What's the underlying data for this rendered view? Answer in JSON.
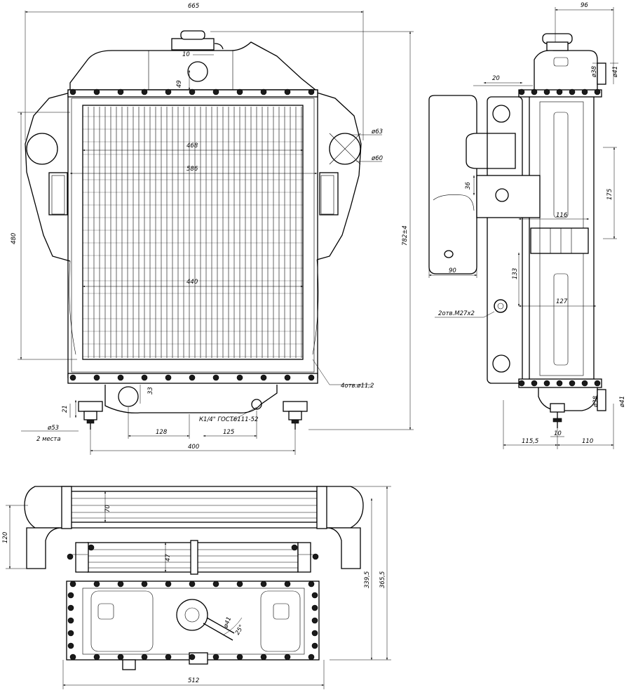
{
  "front_view": {
    "dims": {
      "overall_width": "665",
      "neck_offset": "10",
      "neck_height": "49",
      "pipe_dia_63": "ø63",
      "pipe_dia_60": "ø60",
      "core_width_468": "468",
      "core_width_586": "586",
      "core_label_440": "440",
      "core_height_480": "480",
      "overall_height": "782±4",
      "drain_33": "33",
      "bracket_21": "21",
      "bracket_dia": "ø53",
      "bracket_qty": "2 места",
      "holes_note": "4отв.ø11,2",
      "plug_note": "К1/4\" ГОСТ6111-52",
      "spacing_128": "128",
      "spacing_125": "125",
      "spacing_400": "400"
    }
  },
  "side_view": {
    "dims": {
      "width_96": "96",
      "pipe_dia_38_top": "ø38",
      "pipe_dia_41_top": "ø41",
      "offset_20": "20",
      "dim_36": "36",
      "dim_175": "175",
      "dim_116": "116",
      "dim_90": "90",
      "dim_133": "133",
      "dim_127": "127",
      "thread_note": "2отв.М27х2",
      "pipe_dia_38_bottom": "ø38",
      "pipe_dia_41_bottom": "ø41",
      "dim_10": "10",
      "dim_115_5": "115,5",
      "dim_110": "110"
    }
  },
  "top_view": {
    "dims": {
      "dim_120": "120",
      "dim_70": "70",
      "dim_47": "47",
      "dim_339_5": "339,5",
      "dim_365_5": "365,5",
      "dim_512": "512",
      "dim_phi41": "ø41",
      "angle_25": "25°"
    }
  }
}
